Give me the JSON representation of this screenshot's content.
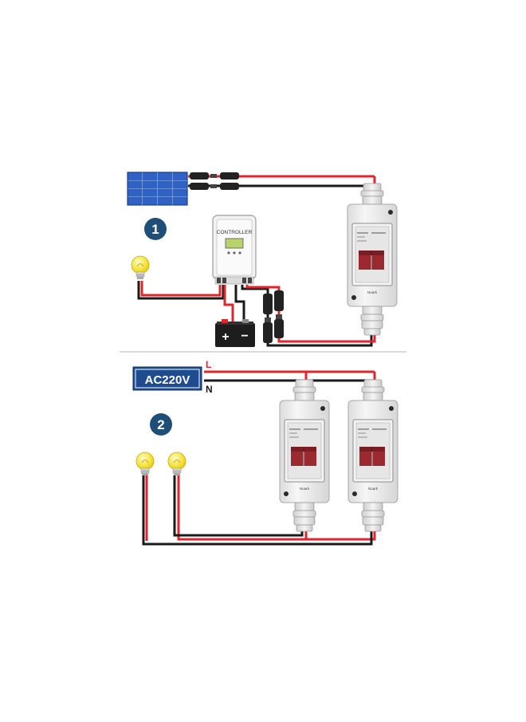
{
  "diagram_1": {
    "step_badge": "1",
    "controller_label": "CONTROLLER",
    "battery": {
      "plus": "+",
      "minus": "−"
    },
    "breaker_brand": "Noark"
  },
  "diagram_2": {
    "step_badge": "2",
    "ac_label": "AC220V",
    "live_label": "L",
    "neutral_label": "N",
    "breaker_brand": "Noark"
  },
  "colors": {
    "badge": "#1f4e79",
    "ac_box": "#1f4b8f",
    "wire_red": "#e0262c",
    "wire_black": "#1a1a1a",
    "enclosure": "#eeeeee",
    "breaker": "#9b2a30",
    "bulb": "#f5e43a",
    "panel": "#2f62c4"
  },
  "icons": [
    "solar-panel-icon",
    "light-bulb-icon",
    "battery-icon",
    "mc4-connector-icon",
    "dc-breaker-enclosure-icon"
  ]
}
